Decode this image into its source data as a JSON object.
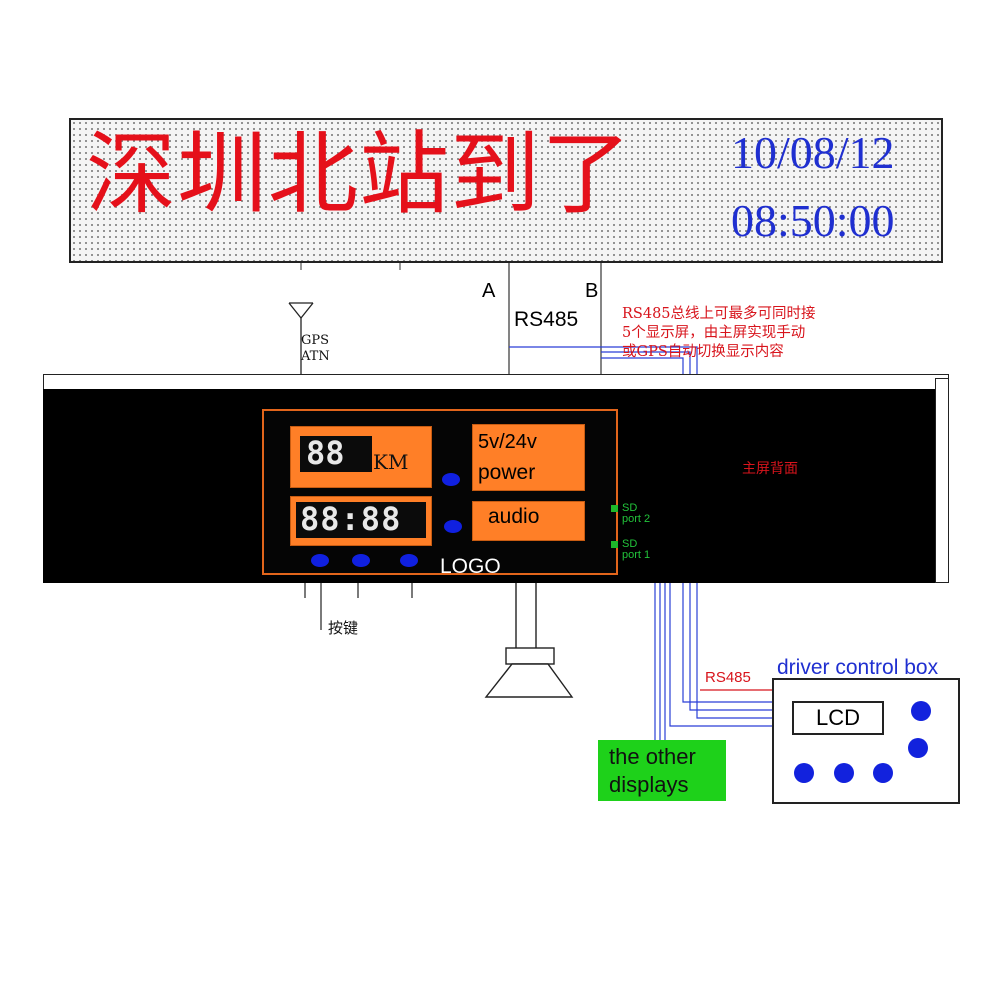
{
  "led_display": {
    "message": "深圳北站到了",
    "date": "10/08/12",
    "time": "08:50:00"
  },
  "bus": {
    "label_a": "A",
    "label_b": "B",
    "name": "RS485"
  },
  "note_lines": [
    "RS485总线上可最多可同时接",
    "5个显示屏，由主屏实现手动",
    "或GPS自动切换显示内容"
  ],
  "gps": {
    "line1": "GPS",
    "line2": "ATN"
  },
  "main_screen": {
    "label": "主屏背面"
  },
  "panel": {
    "km_digits": "88",
    "km_unit": "KM",
    "clock_digits": "88:88",
    "power_line1": "5v/24v",
    "power_line2": "power",
    "audio_label": "audio",
    "logo": "LOGO",
    "sd_port2_line1": "SD",
    "sd_port2_line2": "port 2",
    "sd_port1_line1": "SD",
    "sd_port1_line2": "port 1"
  },
  "keys_label": "按键",
  "other_displays": {
    "line1": "the other",
    "line2": "displays"
  },
  "control_box": {
    "rs485_label": "RS485",
    "title": "driver control box",
    "lcd_label": "LCD"
  },
  "colors": {
    "led_red": "#e5101a",
    "led_blue": "#1f2fd0",
    "panel_orange": "#ff7f27",
    "wire_blue": "#2a3fd6",
    "note_red": "#d8141c",
    "sd_green": "#1eb82a",
    "other_green": "#1ed11a"
  }
}
